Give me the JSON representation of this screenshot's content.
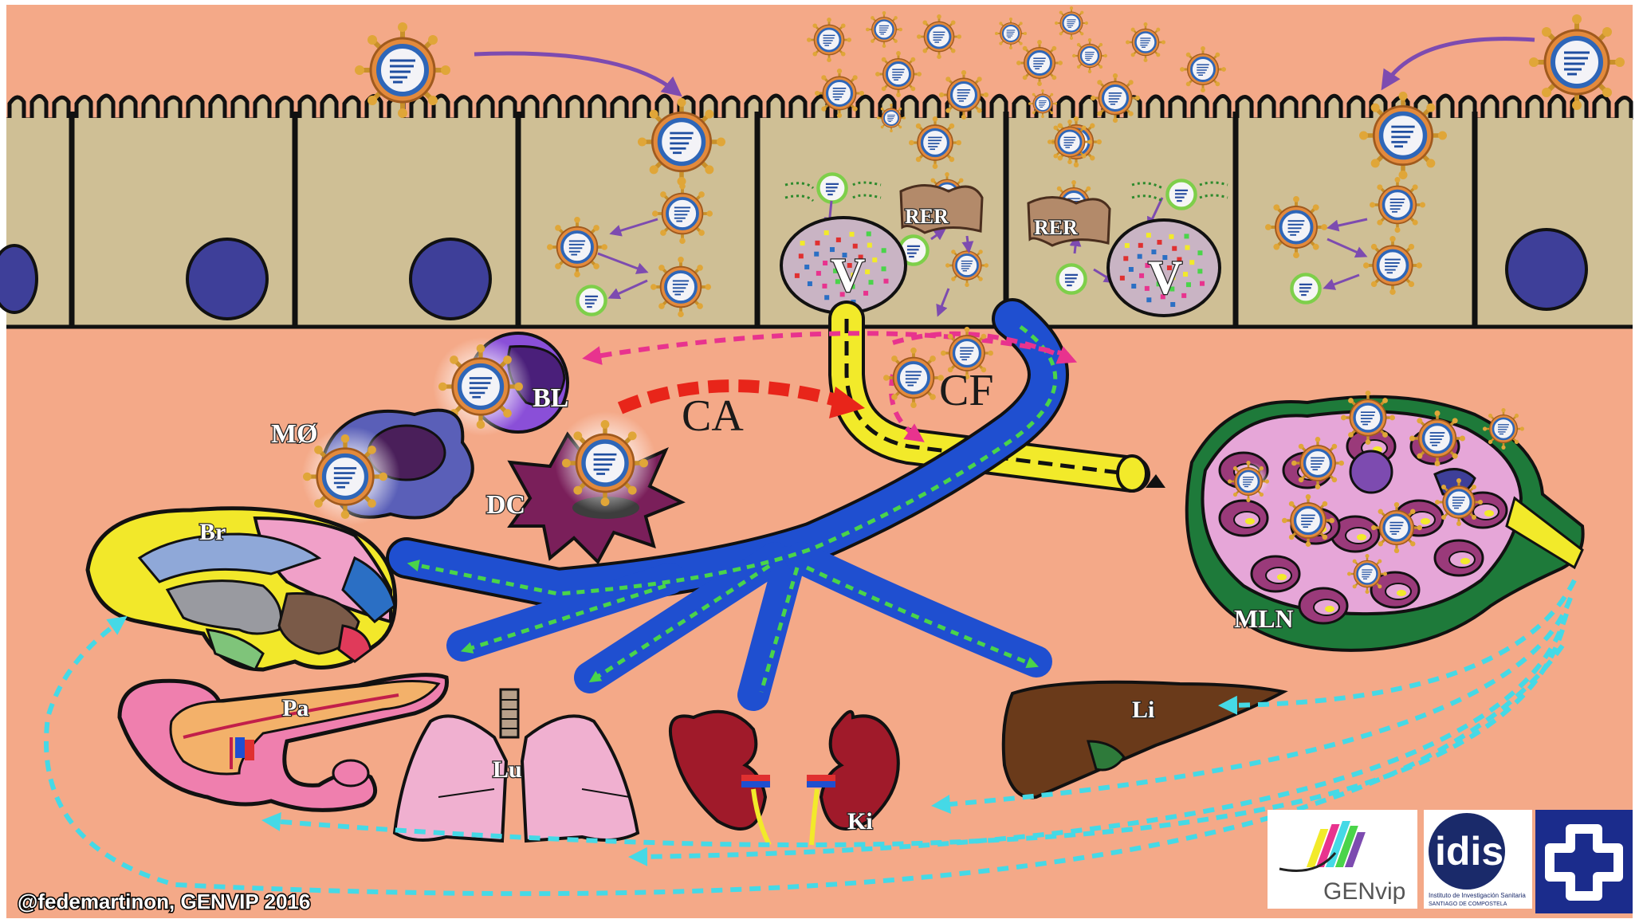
{
  "labels": {
    "rer_left": "RER",
    "rer_right": "RER",
    "vacuole_left": "V",
    "vacuole_right": "V",
    "bl": "BL",
    "mo": "MØ",
    "dc": "DC",
    "ca": "CA",
    "cf": "CF",
    "mln": "MLN",
    "br": "Br",
    "pa": "Pa",
    "lu": "Lu",
    "ki": "Ki",
    "li": "Li"
  },
  "credit": "@fedemartinon, GENVIP 2016",
  "logos": {
    "genvip": "GENvip",
    "idis": "idis",
    "idis_subtitle_1": "Instituto de Investigación Sanitaria",
    "idis_subtitle_2": "SANTIAGO DE COMPOSTELA"
  },
  "colors": {
    "background": "#f4a988",
    "cell": "#cfbf95",
    "nucleus": "#3e3f99",
    "blood_vessel": "#1f4fd0",
    "lymph_vessel": "#f2ea2a",
    "arrow_cyan": "#45d9e6",
    "arrow_pink": "#e8338e",
    "arrow_red": "#e8251a",
    "arrow_purple": "#7d4bb0",
    "arrow_green": "#4ad44a"
  }
}
